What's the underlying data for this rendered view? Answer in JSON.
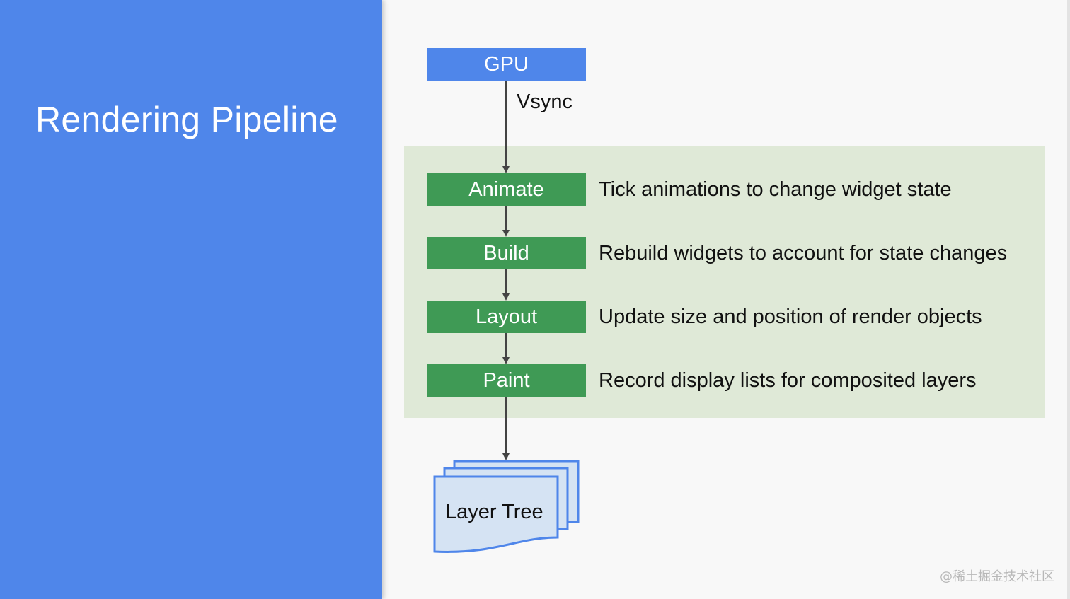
{
  "slide": {
    "title": "Rendering Pipeline"
  },
  "diagram": {
    "source": {
      "label": "GPU",
      "signal": "Vsync"
    },
    "stages": [
      {
        "label": "Animate",
        "description": "Tick animations to change widget state"
      },
      {
        "label": "Build",
        "description": "Rebuild widgets to account for state changes"
      },
      {
        "label": "Layout",
        "description": "Update size and position of render objects"
      },
      {
        "label": "Paint",
        "description": "Record display lists for composited layers"
      }
    ],
    "output": {
      "label": "Layer Tree"
    }
  },
  "watermark": "@稀土掘金技术社区",
  "colors": {
    "left_panel": "#4f86ea",
    "gpu_box": "#4f86ea",
    "stage_box": "#3f9a55",
    "stage_region": "#dfe9d7",
    "document_fill": "#d5e3f3",
    "document_stroke": "#4f86ea",
    "arrow": "#444444"
  }
}
